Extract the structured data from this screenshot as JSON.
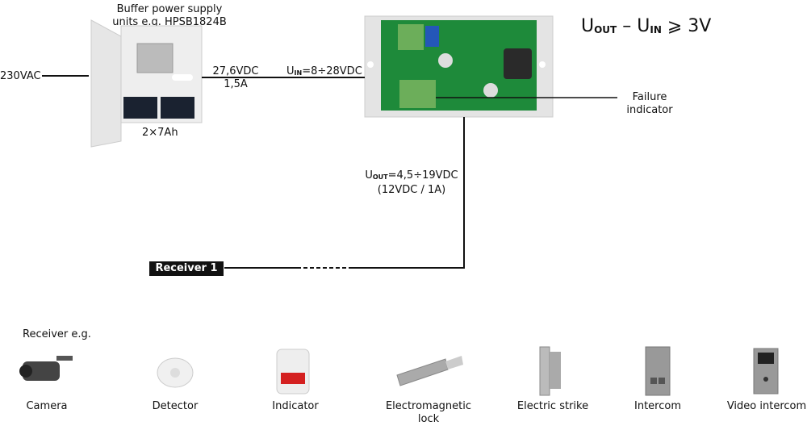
{
  "psu": {
    "title_line1": "Buffer power supply",
    "title_line2": "units e.g. HPSB1824B",
    "battery": "2×7Ah"
  },
  "input": {
    "label": "230VAC"
  },
  "link": {
    "voltage": "27,6VDC",
    "current": "1,5A"
  },
  "uin": {
    "symbol": "U",
    "sub": "IN",
    "value": "=8÷28VDC"
  },
  "formula": {
    "u1": "U",
    "s1": "OUT",
    "minus": " – ",
    "u2": "U",
    "s2": "IN",
    "rest": " ⩾ 3V"
  },
  "failure": {
    "line1": "Failure",
    "line2": "indicator"
  },
  "uout": {
    "symbol": "U",
    "sub": "OUT",
    "value": "=4,5÷19VDC",
    "nominal": "(12VDC / 1A)"
  },
  "receiver_box": "Receiver 1",
  "receivers_heading": "Receiver e.g.",
  "receivers": [
    {
      "label": "Camera",
      "icon": "camera-icon"
    },
    {
      "label": "Detector",
      "icon": "detector-icon"
    },
    {
      "label": "Indicator",
      "icon": "siren-icon"
    },
    {
      "label": "Electromagnetic",
      "label2": "lock",
      "icon": "magnetic-lock-icon"
    },
    {
      "label": "Electric strike",
      "icon": "electric-strike-icon"
    },
    {
      "label": "Intercom",
      "icon": "intercom-icon"
    },
    {
      "label": "Video intercom",
      "icon": "video-intercom-icon"
    }
  ],
  "colors": {
    "pcb": "#1e8a3a",
    "terminal": "#6cae5a",
    "case": "#e4e4e4"
  }
}
